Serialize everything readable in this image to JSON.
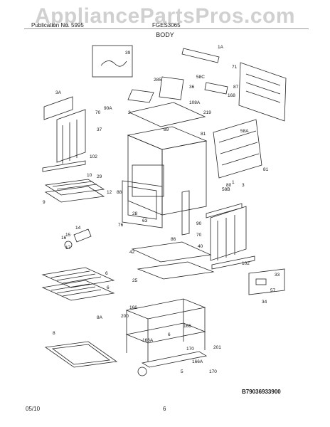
{
  "header": {
    "watermark": "AppliancePartsPros.com",
    "publication_left": "Publication No. 5995",
    "model_right": "FGES3065",
    "section_title": "BODY"
  },
  "footer": {
    "date": "05/10",
    "page": "6",
    "diagram_code": "B79036933900"
  },
  "callouts": [
    "39",
    "1A",
    "71",
    "285",
    "36",
    "58C",
    "87",
    "168",
    "3A",
    "70",
    "90A",
    "2",
    "108A",
    "219",
    "89",
    "37",
    "81",
    "58A",
    "102",
    "1",
    "10",
    "29",
    "12",
    "3",
    "81",
    "80",
    "58B",
    "9",
    "88",
    "28",
    "63",
    "76",
    "90",
    "70",
    "14",
    "15",
    "16",
    "86",
    "17",
    "40",
    "42",
    "102",
    "6",
    "25",
    "33",
    "57",
    "34",
    "166",
    "200",
    "166",
    "6",
    "8",
    "8A",
    "166A",
    "170",
    "201",
    "5",
    "166A",
    "170",
    "6"
  ]
}
